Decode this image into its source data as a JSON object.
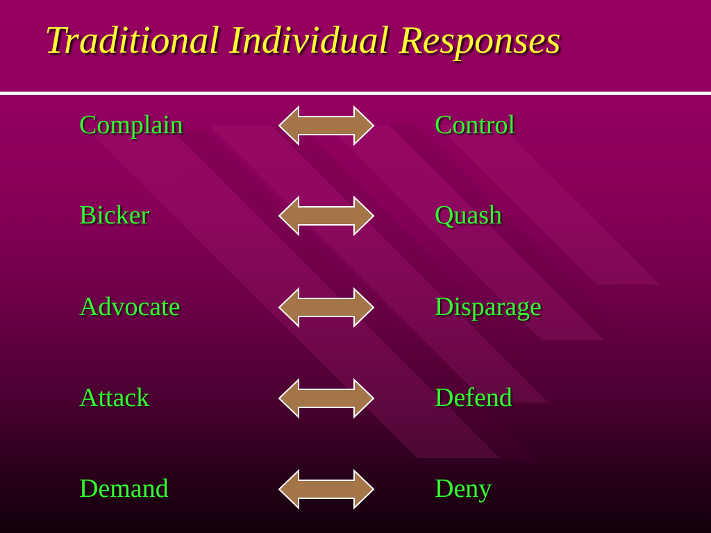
{
  "slide": {
    "title": "Traditional Individual Responses"
  },
  "pairs": [
    {
      "left": "Complain",
      "right": "Control"
    },
    {
      "left": "Bicker",
      "right": "Quash"
    },
    {
      "left": "Advocate",
      "right": "Disparage"
    },
    {
      "left": "Attack",
      "right": "Defend"
    },
    {
      "left": "Demand",
      "right": "Deny"
    }
  ],
  "colors": {
    "title": "#ffff33",
    "terms": "#33ff33",
    "arrow_fill": "#a47548",
    "rule": "#ffffff",
    "background_top": "#960060",
    "background_bottom": "#12000b"
  },
  "icons": {
    "pair_connector": "double-arrow-icon"
  }
}
